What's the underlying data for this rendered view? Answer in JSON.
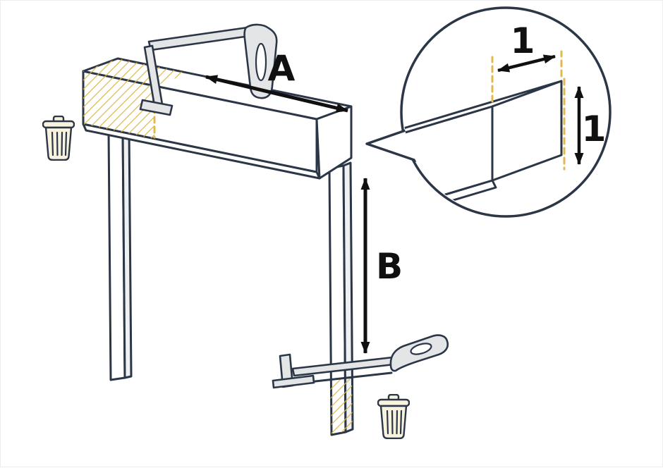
{
  "diagram": {
    "labels": {
      "dim_a": "A",
      "dim_b": "B",
      "detail_depth": "1",
      "detail_height": "1"
    },
    "colors": {
      "background": "#ffffff",
      "outline": "#2b3647",
      "arrow": "#101010",
      "hatch": "#dcb84a",
      "dashed_guide": "#e2b94e",
      "saw_fill": "#e4e5e6",
      "wood_fill": "#ffffff",
      "wood_side_fill": "#eef0f1",
      "trash_fill": "#f8f3de"
    },
    "icons": {
      "trash_left": "trash-can-icon",
      "trash_bottom": "trash-can-icon",
      "saw_top": "hacksaw-icon",
      "saw_bottom": "hacksaw-icon",
      "callout": "zoom-detail-callout"
    }
  }
}
